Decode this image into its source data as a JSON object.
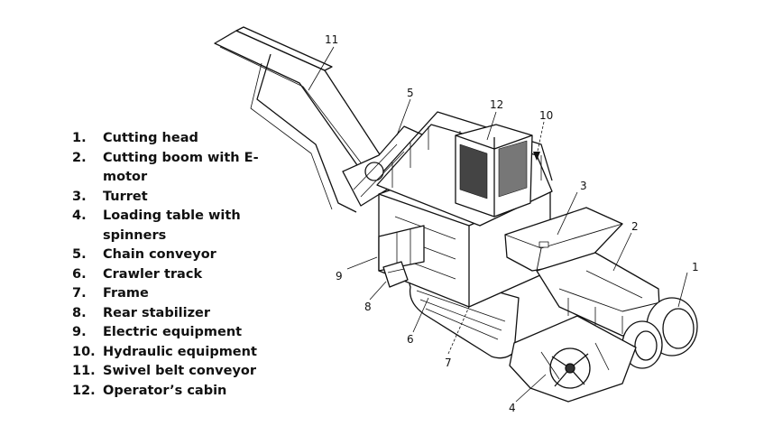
{
  "legend": [
    {
      "num": "1.",
      "text": "Cutting head"
    },
    {
      "num": "2.",
      "text": "Cutting boom with E-motor"
    },
    {
      "num": "3.",
      "text": "Turret"
    },
    {
      "num": "4.",
      "text": "Loading table with spinners"
    },
    {
      "num": "5.",
      "text": "Chain conveyor"
    },
    {
      "num": "6.",
      "text": "Crawler track"
    },
    {
      "num": "7.",
      "text": "Frame"
    },
    {
      "num": "8.",
      "text": "Rear stabilizer"
    },
    {
      "num": "9.",
      "text": "Electric equipment"
    },
    {
      "num": "10.",
      "text": "Hydraulic equipment"
    },
    {
      "num": "11.",
      "text": "Swivel belt conveyor"
    },
    {
      "num": "12.",
      "text": "Operator’s cabin"
    }
  ],
  "callouts": {
    "c1": "1",
    "c2": "2",
    "c3": "3",
    "c4": "4",
    "c5": "5",
    "c6": "6",
    "c7": "7",
    "c8": "8",
    "c9": "9",
    "c10": "10",
    "c11": "11",
    "c12": "12"
  }
}
